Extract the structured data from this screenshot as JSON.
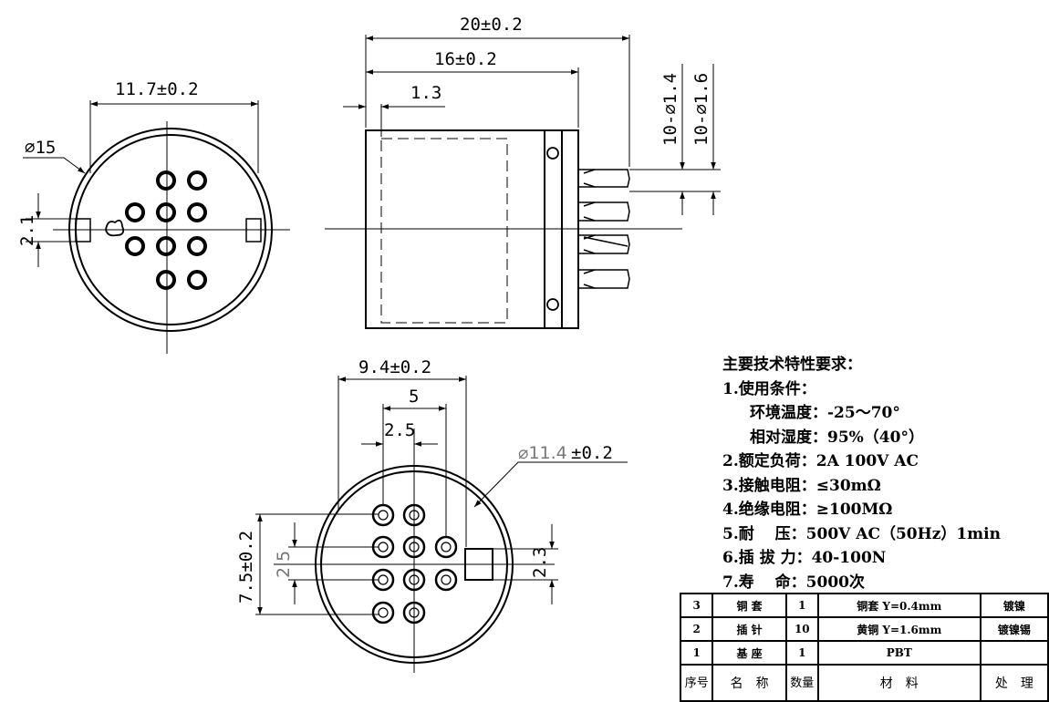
{
  "dims": {
    "front_width": "11.7±0.2",
    "front_dia": "⌀15",
    "front_gap": "2.1",
    "side_len": "20±0.2",
    "side_body": "16±0.2",
    "side_shell": "1.3",
    "pin_dia_a": "10-⌀1.4",
    "pin_dia_b": "10-⌀1.6",
    "bottom_width": "9.4±0.2",
    "bottom_five": "5",
    "bottom_pitch": "2.5",
    "bottom_dia_prefix": "⌀11.4",
    "bottom_dia_tol": "±0.2",
    "bottom_height": "7.5±0.2",
    "bottom_vpitch": "2.5",
    "bottom_key": "2.3"
  },
  "requirements": {
    "title": "主要技术特性要求：",
    "items": [
      "1.使用条件：",
      "环境温度：-25～70°",
      "相对湿度：95%（40°）",
      "2.额定负荷：2A 100V AC",
      "3.接触电阻：≤30mΩ",
      "4.绝缘电阻：≥100MΩ",
      "5.耐　  压：500V AC（50Hz）1min",
      "6.插 拔 力：40-100N",
      "7.寿　  命：5000次"
    ]
  },
  "bom": {
    "rows": [
      {
        "no": "3",
        "name": "铜 套",
        "qty": "1",
        "material": "铜套 Y=0.4mm",
        "treatment": "镀镍"
      },
      {
        "no": "2",
        "name": "插 针",
        "qty": "10",
        "material": "黄铜 Y=1.6mm",
        "treatment": "镀镍锡"
      },
      {
        "no": "1",
        "name": "基 座",
        "qty": "1",
        "material": "PBT",
        "treatment": ""
      }
    ],
    "header": {
      "no": "序号",
      "name": "名　称",
      "qty": "数量",
      "material": "材　料",
      "treatment": "处　理"
    }
  }
}
